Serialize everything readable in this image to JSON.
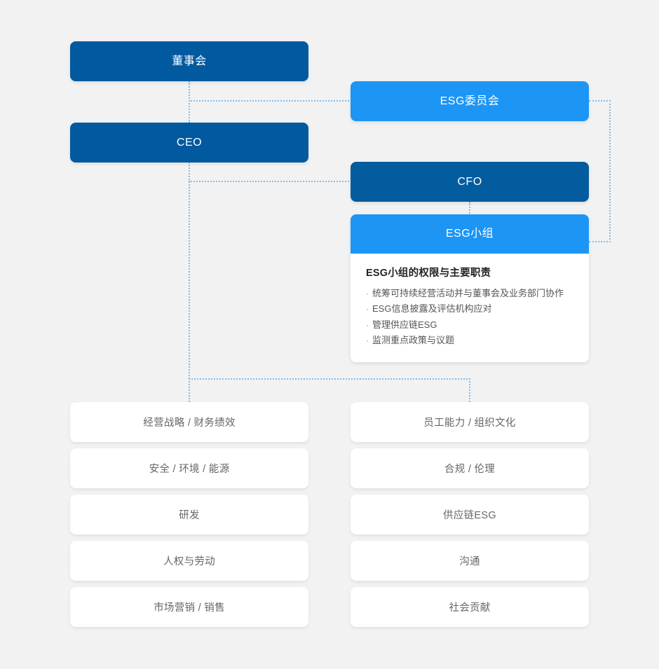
{
  "theme": {
    "background": "#f2f2f2",
    "dark_blue": "#0159a0",
    "cfo_blue": "#025c9e",
    "light_blue": "#1c95f5",
    "connector": "#7dbdf2",
    "card_white": "#ffffff",
    "body_text": "#666666",
    "title_text": "#222222"
  },
  "nodes": {
    "board": {
      "label": "董事会"
    },
    "ceo": {
      "label": "CEO"
    },
    "esg_committee": {
      "label": "ESG委员会"
    },
    "cfo": {
      "label": "CFO"
    },
    "esg_team": {
      "label": "ESG小组"
    }
  },
  "esg_team_card": {
    "header_label": "ESG小组",
    "duties_title": "ESG小组的权限与主要职责",
    "bullet": "·",
    "duties": [
      "统筹可持续经营活动并与董事会及业务部门协作",
      "ESG信息披露及评估机构应对",
      "管理供应链ESG",
      "监测重点政策与议题"
    ]
  },
  "functions": {
    "left_column": [
      {
        "label": "经营战略 / 财务绩效"
      },
      {
        "label": "安全 / 环境 / 能源"
      },
      {
        "label": "研发"
      },
      {
        "label": "人权与劳动"
      },
      {
        "label": "市场营销 / 销售"
      }
    ],
    "right_column": [
      {
        "label": "员工能力 / 组织文化"
      },
      {
        "label": "合规 / 伦理"
      },
      {
        "label": "供应链ESG"
      },
      {
        "label": "沟通"
      },
      {
        "label": "社会贡献"
      }
    ]
  }
}
